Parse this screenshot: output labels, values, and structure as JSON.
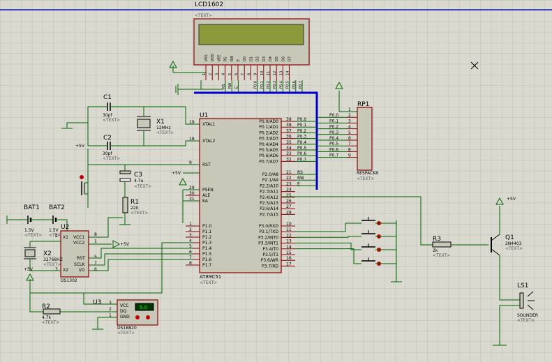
{
  "colors": {
    "background": "#d9d9cf",
    "grid": "#bdbdb3",
    "wire": "#006400",
    "bus": "#0000cc",
    "body": "#c8c8b8",
    "outline": "#8b0000",
    "text": "#000000",
    "pin": "#8b0000",
    "lcd_screen": "#8c9a3c",
    "probe": "#c00000"
  },
  "lcd": {
    "ref": "LCD1602",
    "text": "<TEXT>",
    "pins": [
      "VSS",
      "VDD",
      "VEE",
      "RS",
      "RW",
      "E",
      "D0",
      "D1",
      "D2",
      "D3",
      "D4",
      "D5",
      "D6",
      "D7"
    ],
    "nums": [
      "1",
      "2",
      "3",
      "4",
      "5",
      "6",
      "7",
      "8",
      "9",
      "10",
      "11",
      "12",
      "13",
      "14"
    ],
    "nets": [
      "RS",
      "RW",
      "E",
      "P0.0",
      "P0.1",
      "P0.2",
      "P0.3",
      "P0.4",
      "P0.5",
      "P0.6",
      "P0.7"
    ]
  },
  "u1": {
    "ref": "U1",
    "part": "AT89C51",
    "text": "<TEXT>",
    "left_pins": [
      {
        "n": "19",
        "l": "XTAL1"
      },
      {
        "n": "18",
        "l": "XTAL2"
      },
      {
        "n": "9",
        "l": "RST"
      },
      {
        "n": "29",
        "l": "PSEN"
      },
      {
        "n": "30",
        "l": "ALE"
      },
      {
        "n": "31",
        "l": "EA"
      },
      {
        "n": "1",
        "l": "P1.0"
      },
      {
        "n": "2",
        "l": "P1.1"
      },
      {
        "n": "3",
        "l": "P1.2"
      },
      {
        "n": "4",
        "l": "P1.3"
      },
      {
        "n": "5",
        "l": "P1.4"
      },
      {
        "n": "6",
        "l": "P1.5"
      },
      {
        "n": "7",
        "l": "P1.6"
      },
      {
        "n": "8",
        "l": "P1.7"
      }
    ],
    "right_pins": [
      {
        "n": "39",
        "l": "P0.0/AD0",
        "net": "P0.0"
      },
      {
        "n": "38",
        "l": "P0.1/AD1",
        "net": "P0.1"
      },
      {
        "n": "37",
        "l": "P0.2/AD2",
        "net": "P0.2"
      },
      {
        "n": "36",
        "l": "P0.3/AD3",
        "net": "P0.3"
      },
      {
        "n": "35",
        "l": "P0.4/AD4",
        "net": "P0.4"
      },
      {
        "n": "34",
        "l": "P0.5/AD5",
        "net": "P0.5"
      },
      {
        "n": "33",
        "l": "P0.6/AD6",
        "net": "P0.6"
      },
      {
        "n": "32",
        "l": "P0.7/AD7",
        "net": "P0.7"
      },
      {
        "n": "21",
        "l": "P2.0/A8",
        "net": "RS"
      },
      {
        "n": "22",
        "l": "P2.1/A9",
        "net": "RW"
      },
      {
        "n": "23",
        "l": "P2.2/A10",
        "net": "E"
      },
      {
        "n": "24",
        "l": "P2.3/A11",
        "net": ""
      },
      {
        "n": "25",
        "l": "P2.4/A12",
        "net": ""
      },
      {
        "n": "26",
        "l": "P2.5/A13",
        "net": ""
      },
      {
        "n": "27",
        "l": "P2.6/A14",
        "net": ""
      },
      {
        "n": "28",
        "l": "P2.7/A15",
        "net": ""
      },
      {
        "n": "10",
        "l": "P3.0/RXD",
        "net": ""
      },
      {
        "n": "11",
        "l": "P3.1/TXD",
        "net": ""
      },
      {
        "n": "12",
        "l": "P3.2/INT0",
        "net": ""
      },
      {
        "n": "13",
        "l": "P3.3/INT1",
        "net": ""
      },
      {
        "n": "14",
        "l": "P3.4/T0",
        "net": ""
      },
      {
        "n": "15",
        "l": "P3.5/T1",
        "net": ""
      },
      {
        "n": "16",
        "l": "P3.6/WR",
        "net": ""
      },
      {
        "n": "17",
        "l": "P3.7/RD",
        "net": ""
      }
    ]
  },
  "rp1": {
    "ref": "RP1",
    "part": "RESPACK8",
    "text": "<TEXT>",
    "pins": [
      "1",
      "2",
      "3",
      "4",
      "5",
      "6",
      "7",
      "8",
      "9"
    ]
  },
  "c1": {
    "ref": "C1",
    "val": "30pf",
    "text": "<TEXT>"
  },
  "c2": {
    "ref": "C2",
    "val": "30pf",
    "text": "<TEXT>"
  },
  "x1": {
    "ref": "X1",
    "val": "12MHz",
    "text": "<TEXT>"
  },
  "c3": {
    "ref": "C3",
    "val": "4.7u",
    "text": "<TEXT>"
  },
  "r1": {
    "ref": "R1",
    "val": "220",
    "text": "<TEXT>"
  },
  "bat1": {
    "ref": "BAT1",
    "val": "1.5V",
    "text": "<TEXT>"
  },
  "bat2": {
    "ref": "BAT2",
    "val": "1.5V",
    "text": "<TEXT>"
  },
  "u2": {
    "ref": "U2",
    "part": "DS1302",
    "pins": {
      "x1": "X1",
      "vcc1": "VCC1",
      "vcc2": "VCC2",
      "x2": "X2",
      "rst": "RST",
      "sclk": "SCLK",
      "io": "I/O"
    },
    "nums": {
      "x1": "2",
      "vcc1": "8",
      "vcc2": "1",
      "x2": "3",
      "rst": "5",
      "sclk": "7",
      "io": "6"
    }
  },
  "x2": {
    "ref": "X2",
    "val": "32768HZ",
    "text": "<TEXT>"
  },
  "r2": {
    "ref": "R2",
    "val": "4.7k",
    "text": "<TEXT>"
  },
  "u3": {
    "ref": "U3",
    "part": "DS18B20",
    "text": "<TEXT>",
    "pins": [
      "VCC",
      "DQ",
      "GND"
    ],
    "nums": [
      "3",
      "2",
      "1"
    ],
    "reading": "5.0"
  },
  "r3": {
    "ref": "R3",
    "val": "2k",
    "text": "<TEXT>"
  },
  "q1": {
    "ref": "Q1",
    "val": "2N4403",
    "text": "<TEXT>"
  },
  "ls1": {
    "ref": "LS1",
    "part": "SOUNDER",
    "text": "<TEXT>"
  },
  "power": {
    "plus5v": "+5V"
  }
}
